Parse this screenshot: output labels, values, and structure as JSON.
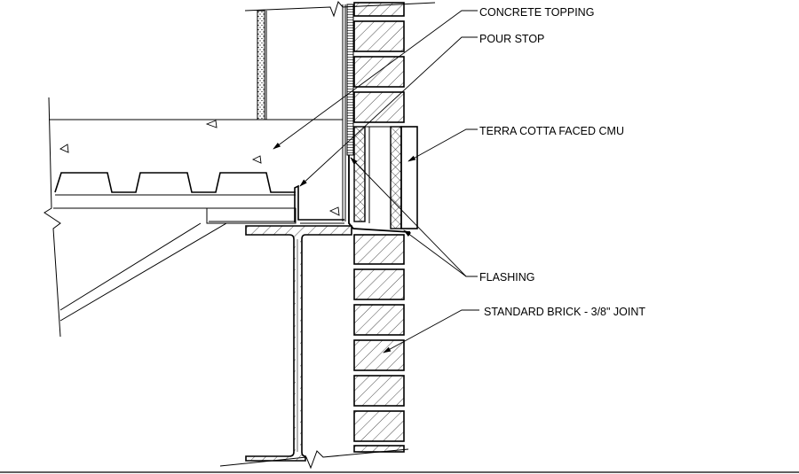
{
  "drawing": {
    "title": "Wall section detail at floor slab with terra cotta faced CMU",
    "labels": {
      "concrete_topping": "CONCRETE TOPPING",
      "pour_stop": "POUR STOP",
      "terra_cotta": "TERRA COTTA FACED CMU",
      "flashing": "FLASHING",
      "standard_brick": "STANDARD BRICK - 3/8\" JOINT"
    },
    "colors": {
      "line": "#000000",
      "background": "#ffffff"
    }
  }
}
